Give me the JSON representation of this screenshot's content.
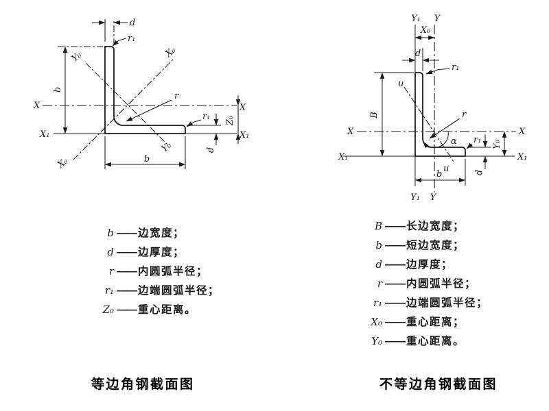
{
  "colors": {
    "ink": "#1a1a1a",
    "background": "#ffffff"
  },
  "figures": {
    "left": {
      "caption": "等边角钢截面图",
      "labels": {
        "d_top": "d",
        "r1_top": "r₁",
        "y0_upper": "Y₀",
        "x0_upper": "X₀",
        "b_side": "b",
        "x_left": "X",
        "x_right": "X",
        "x1_left": "X₁",
        "x1_right": "X₁",
        "r": "r",
        "r1_end": "r₁",
        "z0": "Z₀",
        "d_side": "d",
        "x0_lower": "X₀",
        "y0_lower": "Y₀",
        "b_bottom": "b"
      },
      "legend": [
        {
          "symbol": "b",
          "connector": "——",
          "text": "边宽度；"
        },
        {
          "symbol": "d",
          "connector": "——",
          "text": "边厚度；"
        },
        {
          "symbol": "r",
          "connector": "——",
          "text": "内圆弧半径；"
        },
        {
          "symbol": "r₁",
          "connector": "——",
          "text": "边端圆弧半径；"
        },
        {
          "symbol": "Z₀",
          "connector": "——",
          "text": "重心距离。"
        }
      ]
    },
    "right": {
      "caption": "不等边角钢截面图",
      "labels": {
        "y1_top": "Y₁",
        "y_top": "Y",
        "x0_dim": "X₀",
        "d_top": "d",
        "r1_top": "r₁",
        "u_upper": "u",
        "b_long": "B",
        "x_left": "X",
        "x_right": "X",
        "x1_left": "X₁",
        "x1_right": "X₁",
        "r": "r",
        "alpha": "α",
        "r1_end": "r₁",
        "y0_dim": "Y₀",
        "d_side": "d",
        "u_lower": "u",
        "b_bottom": "b",
        "y1_bottom": "Y₁",
        "y_bottom": "Y"
      },
      "legend": [
        {
          "symbol": "B",
          "connector": "——",
          "text": "长边宽度；"
        },
        {
          "symbol": "b",
          "connector": "——",
          "text": "短边宽度；"
        },
        {
          "symbol": "d",
          "connector": "——",
          "text": "边厚度；"
        },
        {
          "symbol": "r",
          "connector": "——",
          "text": "内圆弧半径；"
        },
        {
          "symbol": "r₁",
          "connector": "——",
          "text": "边端圆弧半径；"
        },
        {
          "symbol": "X₀",
          "connector": "——",
          "text": "重心距离；"
        },
        {
          "symbol": "Y₀",
          "connector": "——",
          "text": "重心距离。"
        }
      ]
    }
  }
}
